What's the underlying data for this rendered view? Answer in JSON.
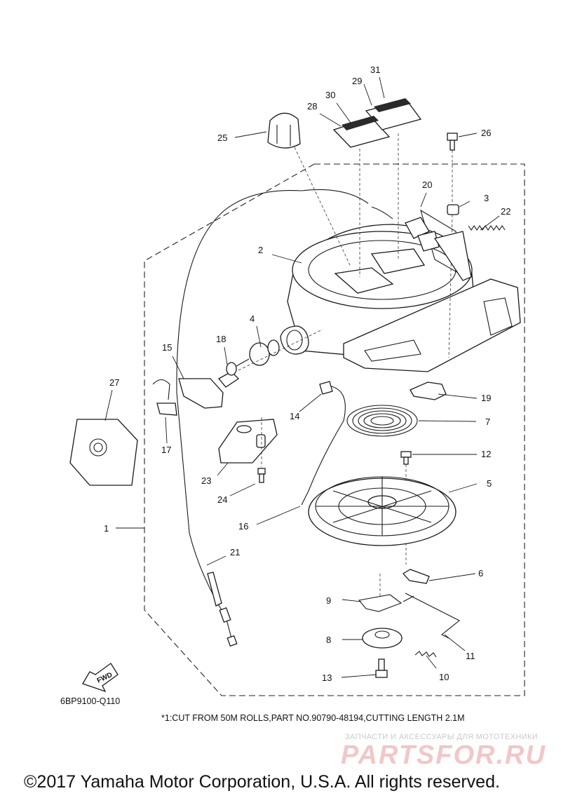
{
  "callouts": [
    {
      "id": "1",
      "text": "1"
    },
    {
      "id": "2",
      "text": "2"
    },
    {
      "id": "3",
      "text": "3"
    },
    {
      "id": "4",
      "text": "4"
    },
    {
      "id": "5",
      "text": "5"
    },
    {
      "id": "6",
      "text": "6"
    },
    {
      "id": "7",
      "text": "7"
    },
    {
      "id": "8",
      "text": "8"
    },
    {
      "id": "9",
      "text": "9"
    },
    {
      "id": "10",
      "text": "10"
    },
    {
      "id": "11",
      "text": "11"
    },
    {
      "id": "12",
      "text": "12"
    },
    {
      "id": "13",
      "text": "13"
    },
    {
      "id": "14",
      "text": "14"
    },
    {
      "id": "15",
      "text": "15"
    },
    {
      "id": "16",
      "text": "16"
    },
    {
      "id": "17",
      "text": "17"
    },
    {
      "id": "18",
      "text": "18"
    },
    {
      "id": "19",
      "text": "19"
    },
    {
      "id": "20",
      "text": "20"
    },
    {
      "id": "21",
      "text": "21"
    },
    {
      "id": "22",
      "text": "22"
    },
    {
      "id": "23",
      "text": "23"
    },
    {
      "id": "24",
      "text": "24"
    },
    {
      "id": "25",
      "text": "25"
    },
    {
      "id": "26",
      "text": "26"
    },
    {
      "id": "27",
      "text": "27"
    },
    {
      "id": "28",
      "text": "28"
    },
    {
      "id": "29",
      "text": "29"
    },
    {
      "id": "30",
      "text": "30"
    },
    {
      "id": "31",
      "text": "31"
    }
  ],
  "fwd_label": "FWD",
  "catalog_code": "6BP9100-Q110",
  "footnote": "*1:CUT FROM 50M ROLLS,PART NO.90790-48194,CUTTING LENGTH 2.1M",
  "watermark": {
    "caption": "ЗАПЧАСТИ И АКСЕССУАРЫ ДЛЯ МОТОТЕХНИКИ",
    "logo": "PARTSFOR.RU"
  },
  "copyright": "©2017 Yamaha Motor Corporation, U.S.A. All rights reserved."
}
